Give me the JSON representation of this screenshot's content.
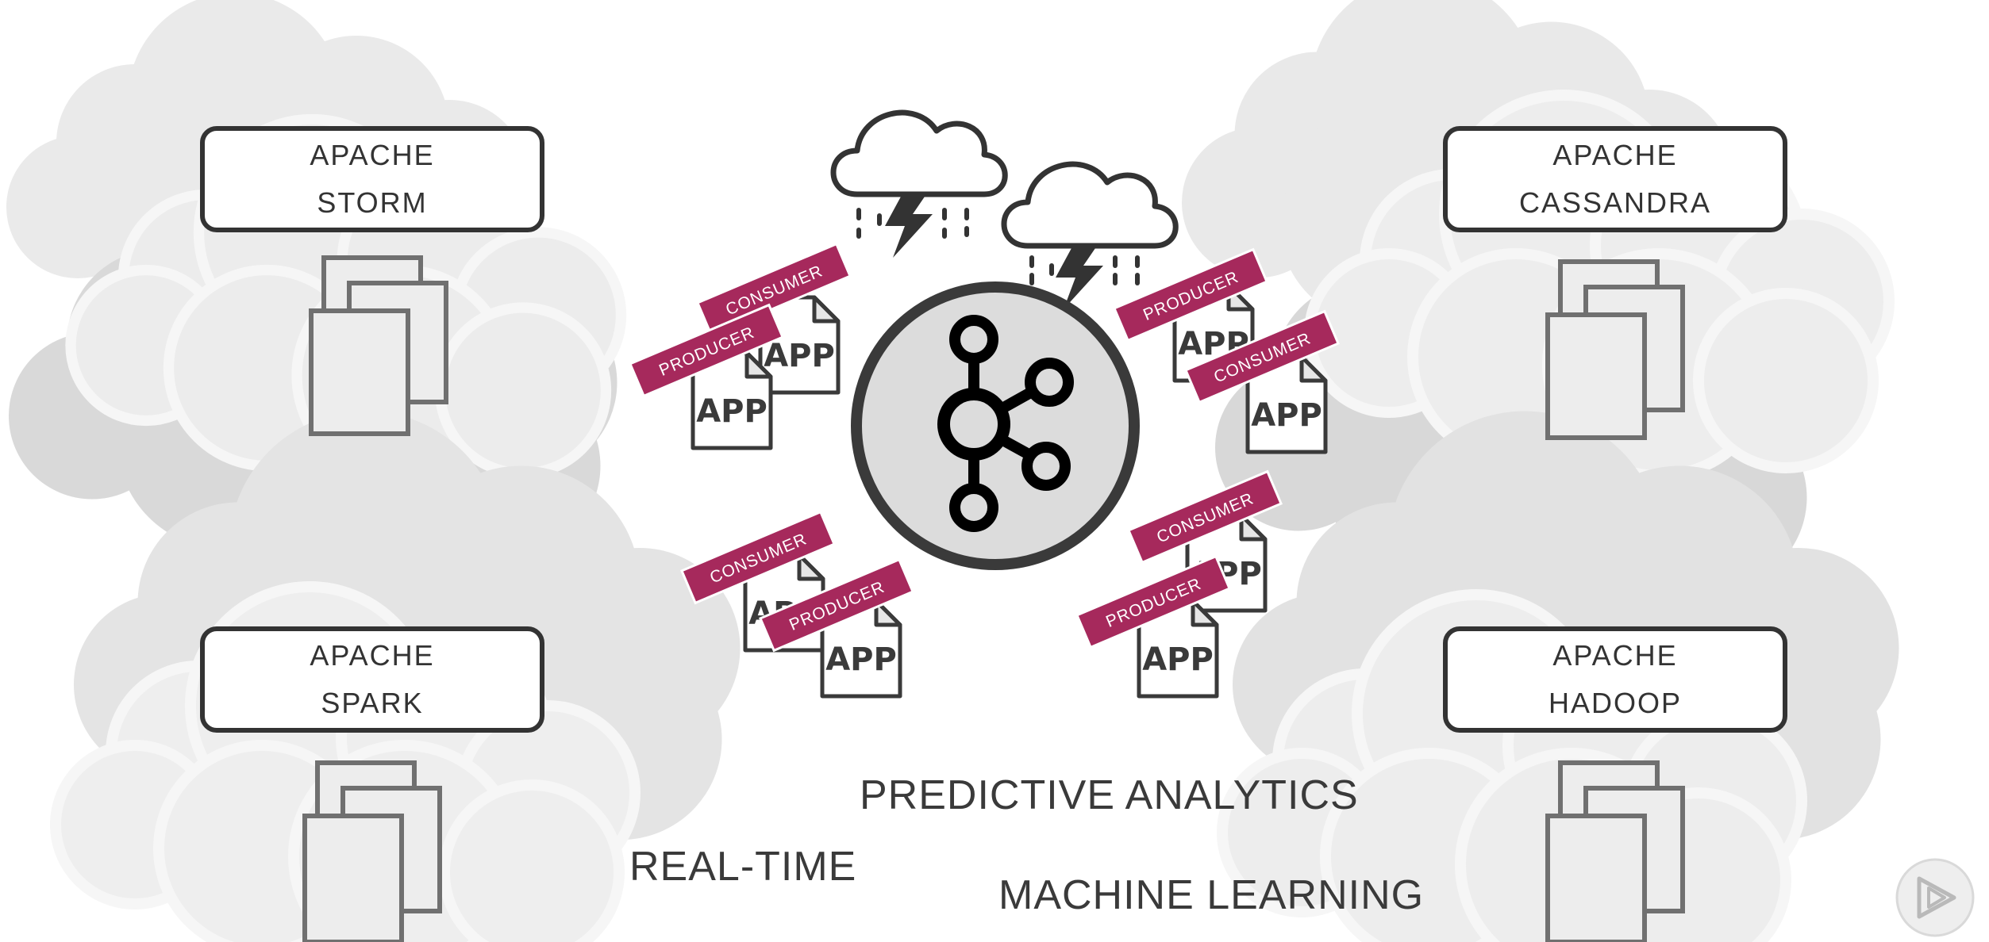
{
  "labels": {
    "storm": [
      "APACHE",
      "STORM"
    ],
    "cassandra": [
      "APACHE",
      "CASSANDRA"
    ],
    "spark": [
      "APACHE",
      "SPARK"
    ],
    "hadoop": [
      "APACHE",
      "HADOOP"
    ]
  },
  "captions": {
    "predictive": "PREDICTIVE ANALYTICS",
    "realtime": "REAL-TIME",
    "ml": "MACHINE LEARNING"
  },
  "app_label": "APP",
  "roles": {
    "producer": "PRODUCER",
    "consumer": "CONSUMER"
  },
  "icons": {
    "hub": "kafka-logo-icon",
    "weather": "storm-cloud-icon",
    "player": "pluralsight-play-icon"
  },
  "colors": {
    "ribbon": "#A6295C",
    "stroke": "#333333",
    "cloud_light": "#EEEEEE",
    "cloud_mid": "#E3E3E3",
    "cloud_dark": "#D6D6D6"
  }
}
